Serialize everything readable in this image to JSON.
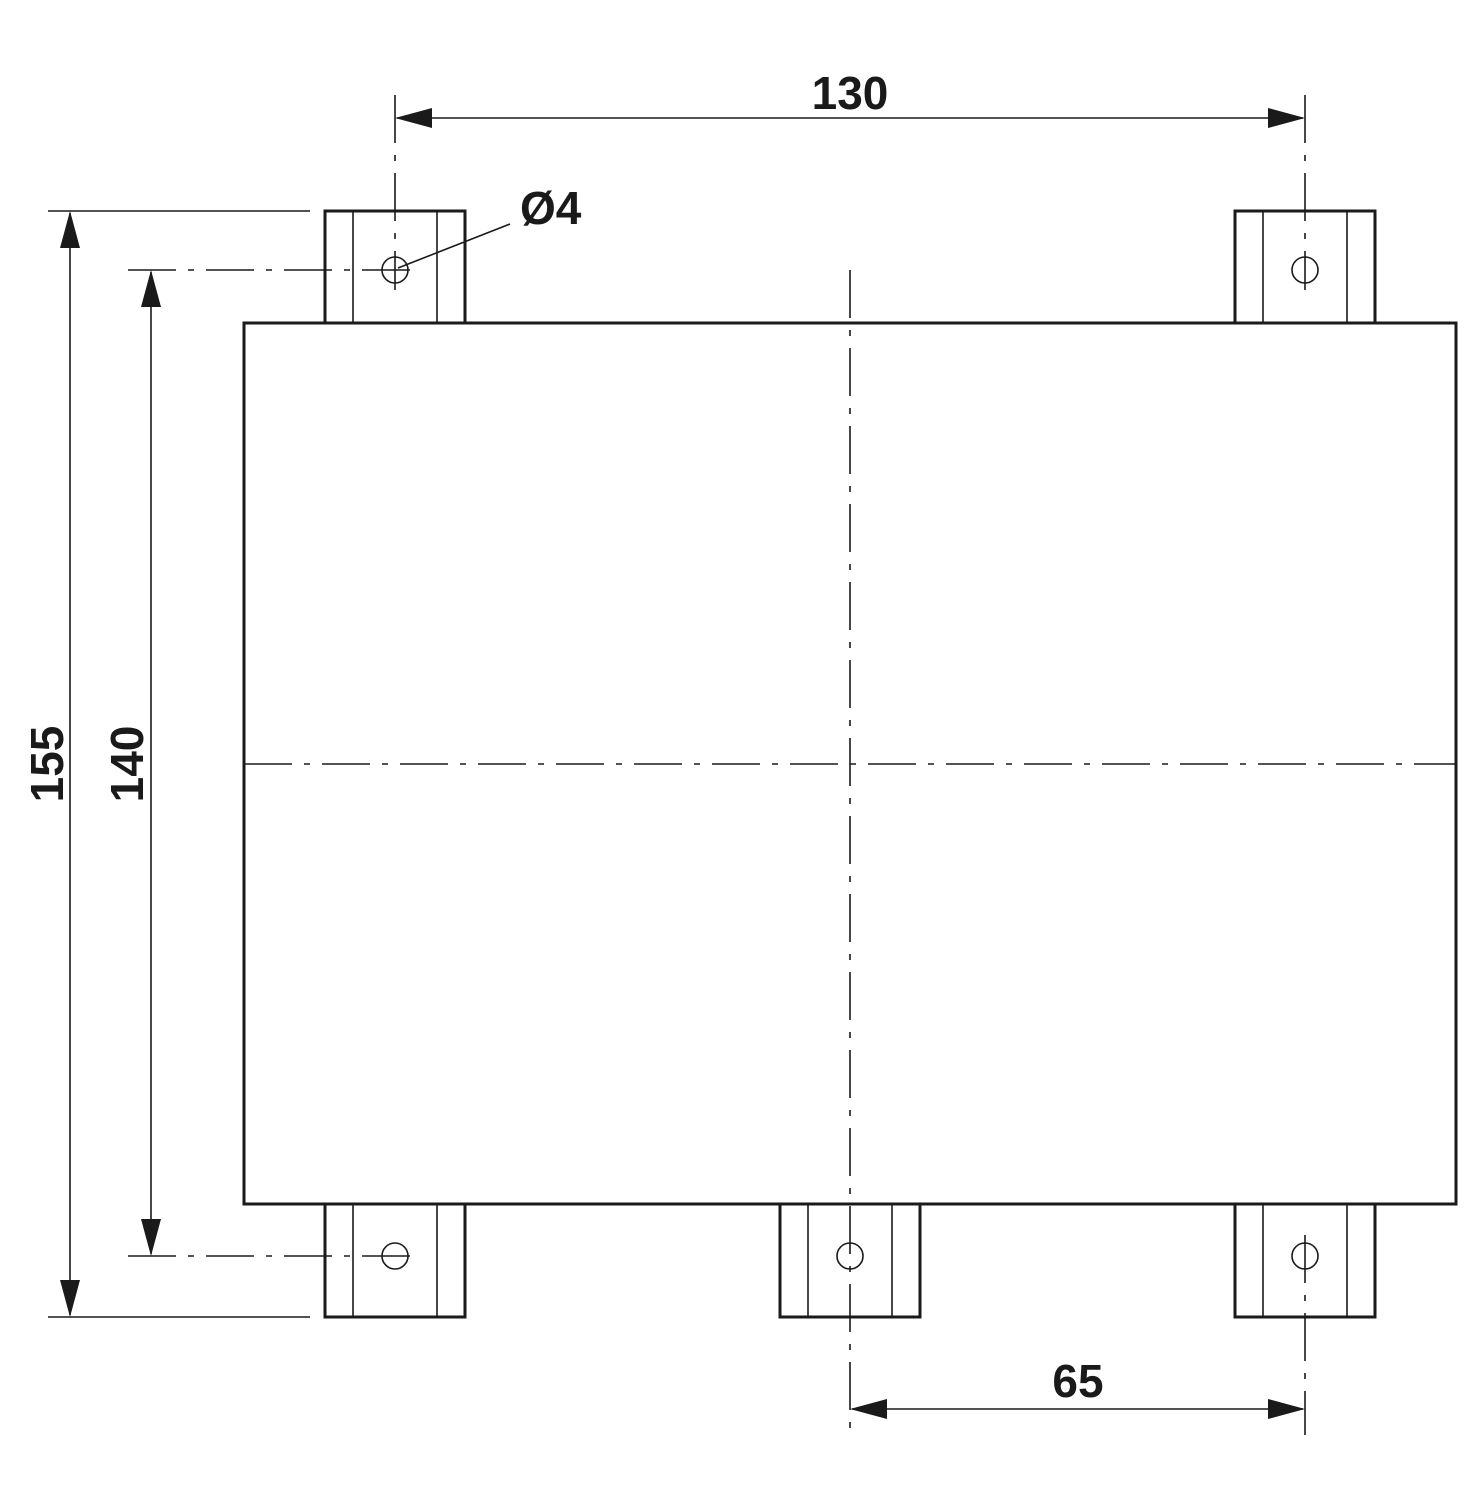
{
  "dimensions": {
    "top_width": "130",
    "bottom_spacing": "65",
    "overall_height": "155",
    "hole_spacing_height": "140",
    "hole_diameter": "Ø4"
  },
  "colors": {
    "line": "#1a1a1a",
    "background": "#ffffff"
  }
}
